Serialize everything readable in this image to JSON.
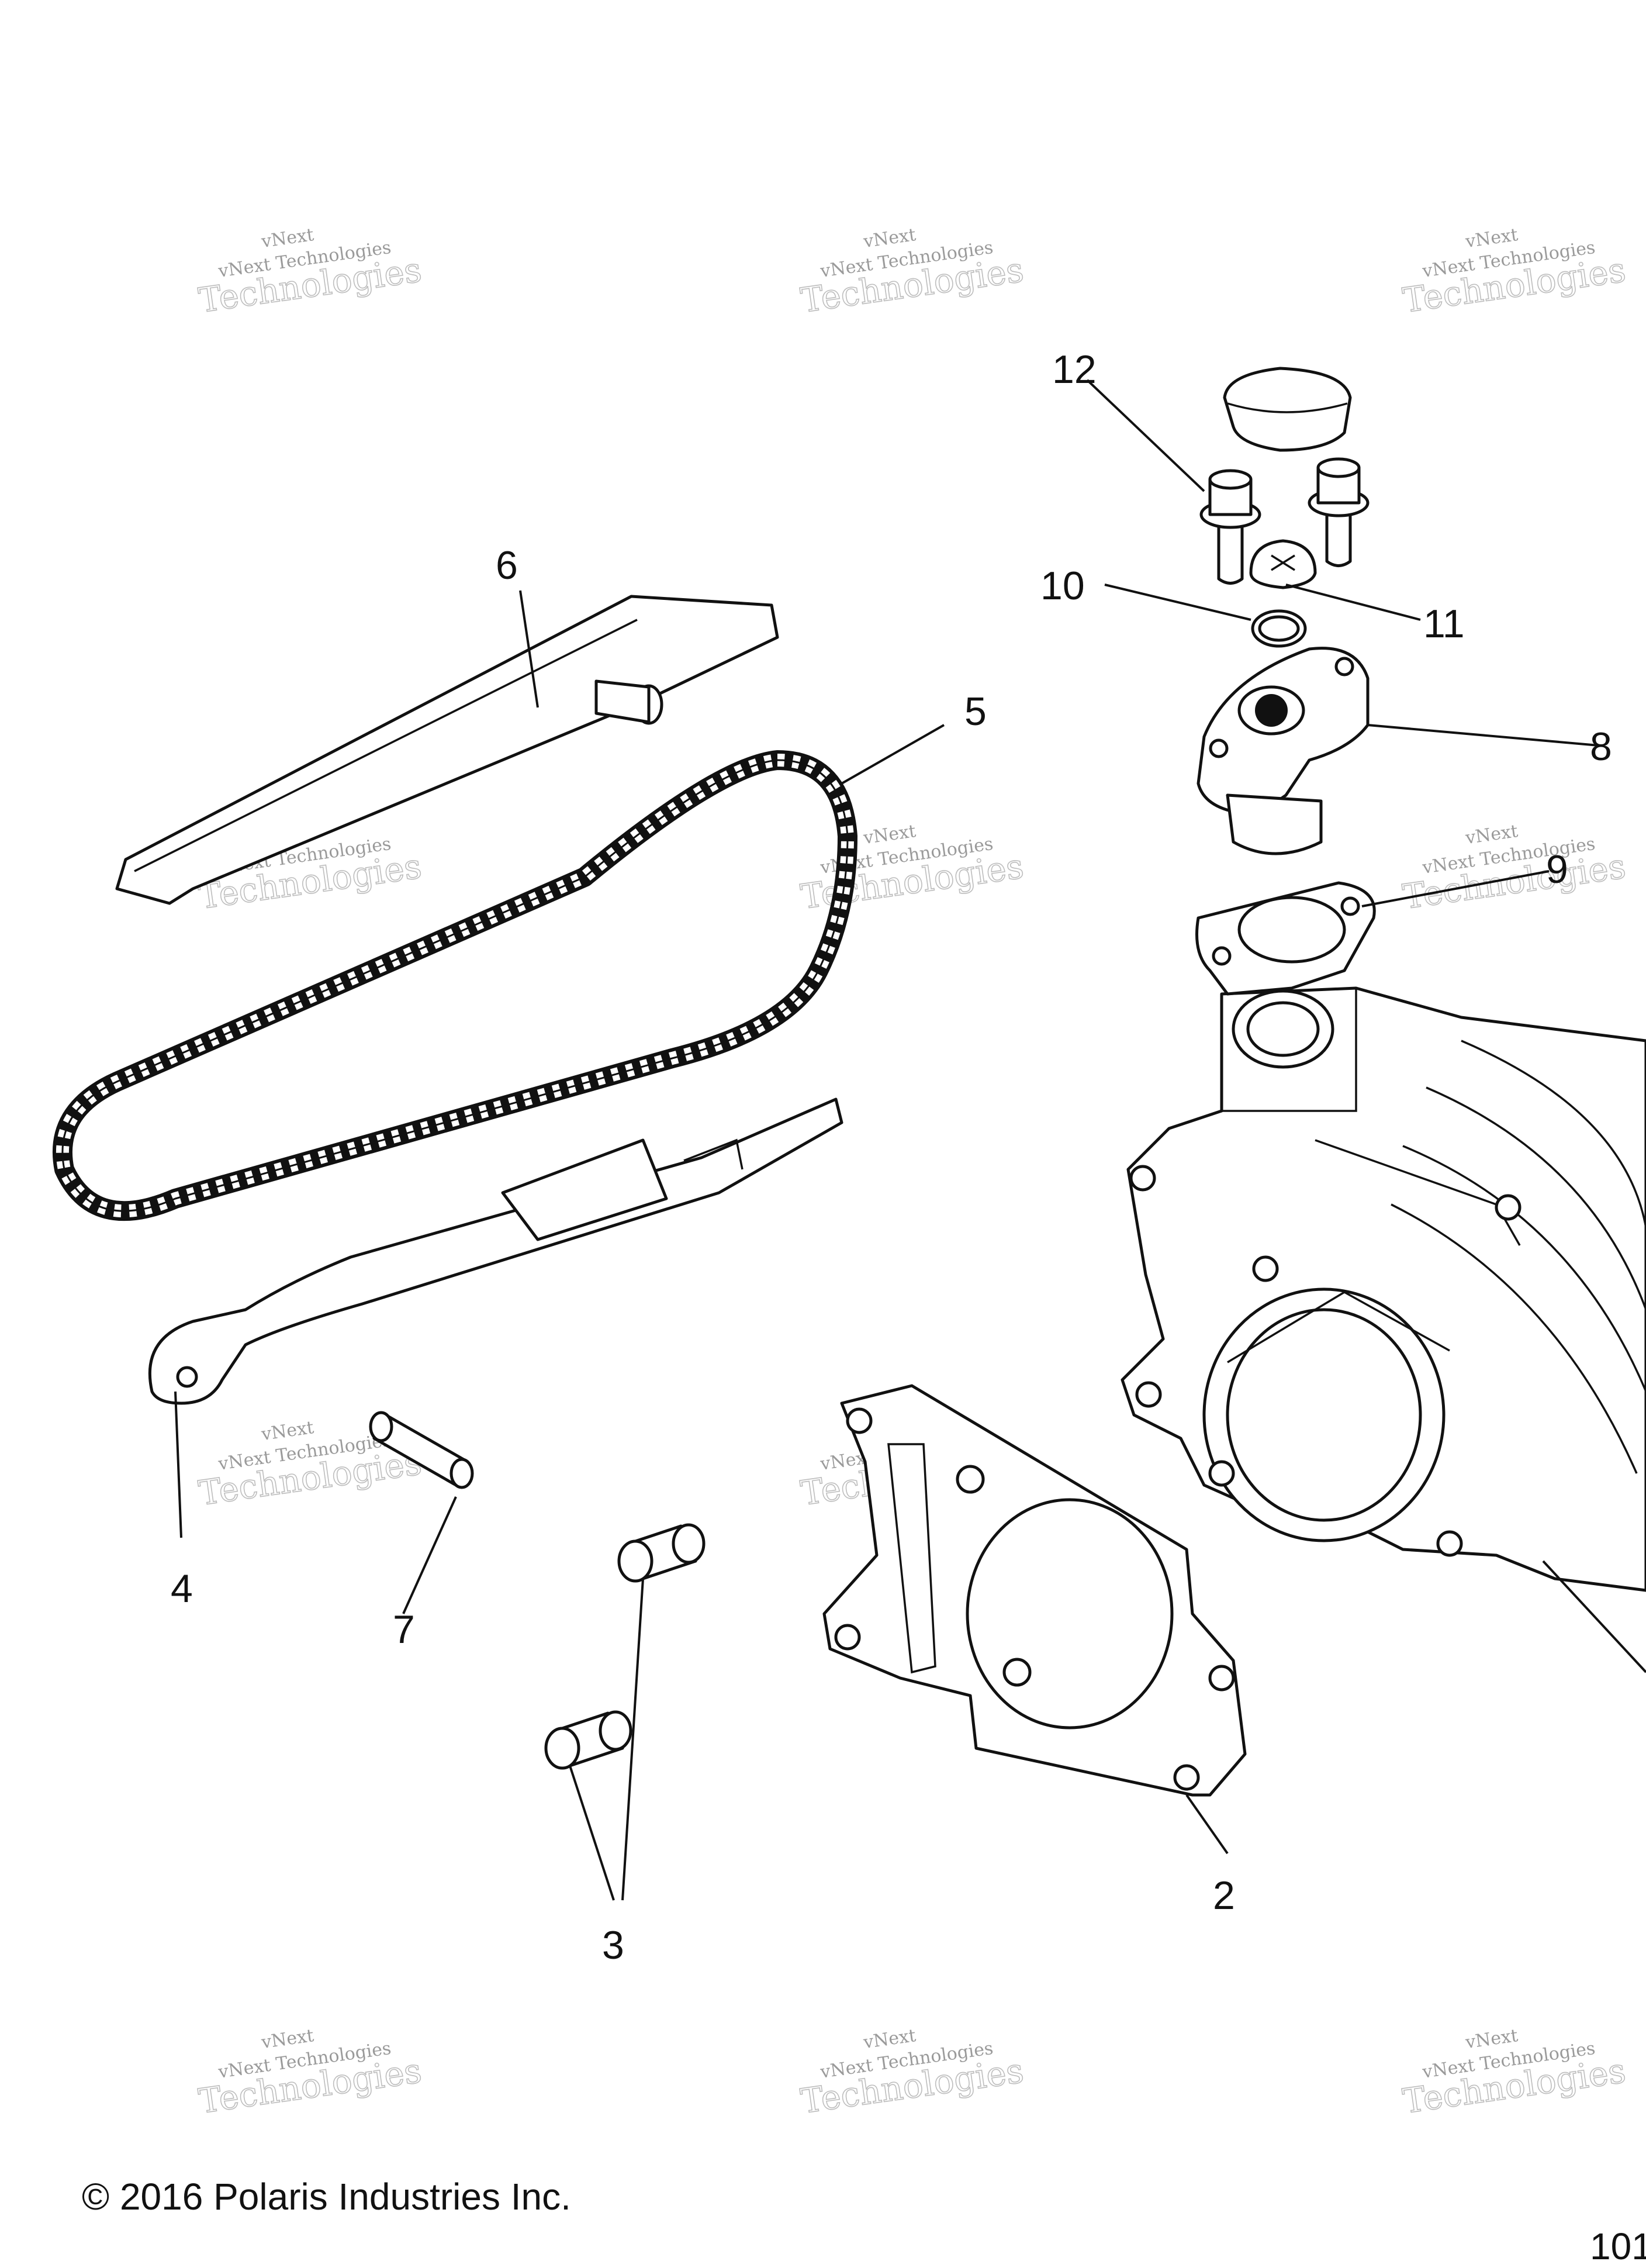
{
  "watermark": {
    "line1": "vNext",
    "line2": "vNext Technologies",
    "line3": "Technologies"
  },
  "callouts": [
    "12",
    "6",
    "10",
    "11",
    "5",
    "8",
    "9",
    "4",
    "7",
    "3",
    "2"
  ],
  "copyright": "© 2016 Polaris Industries Inc.",
  "page_number": "101"
}
